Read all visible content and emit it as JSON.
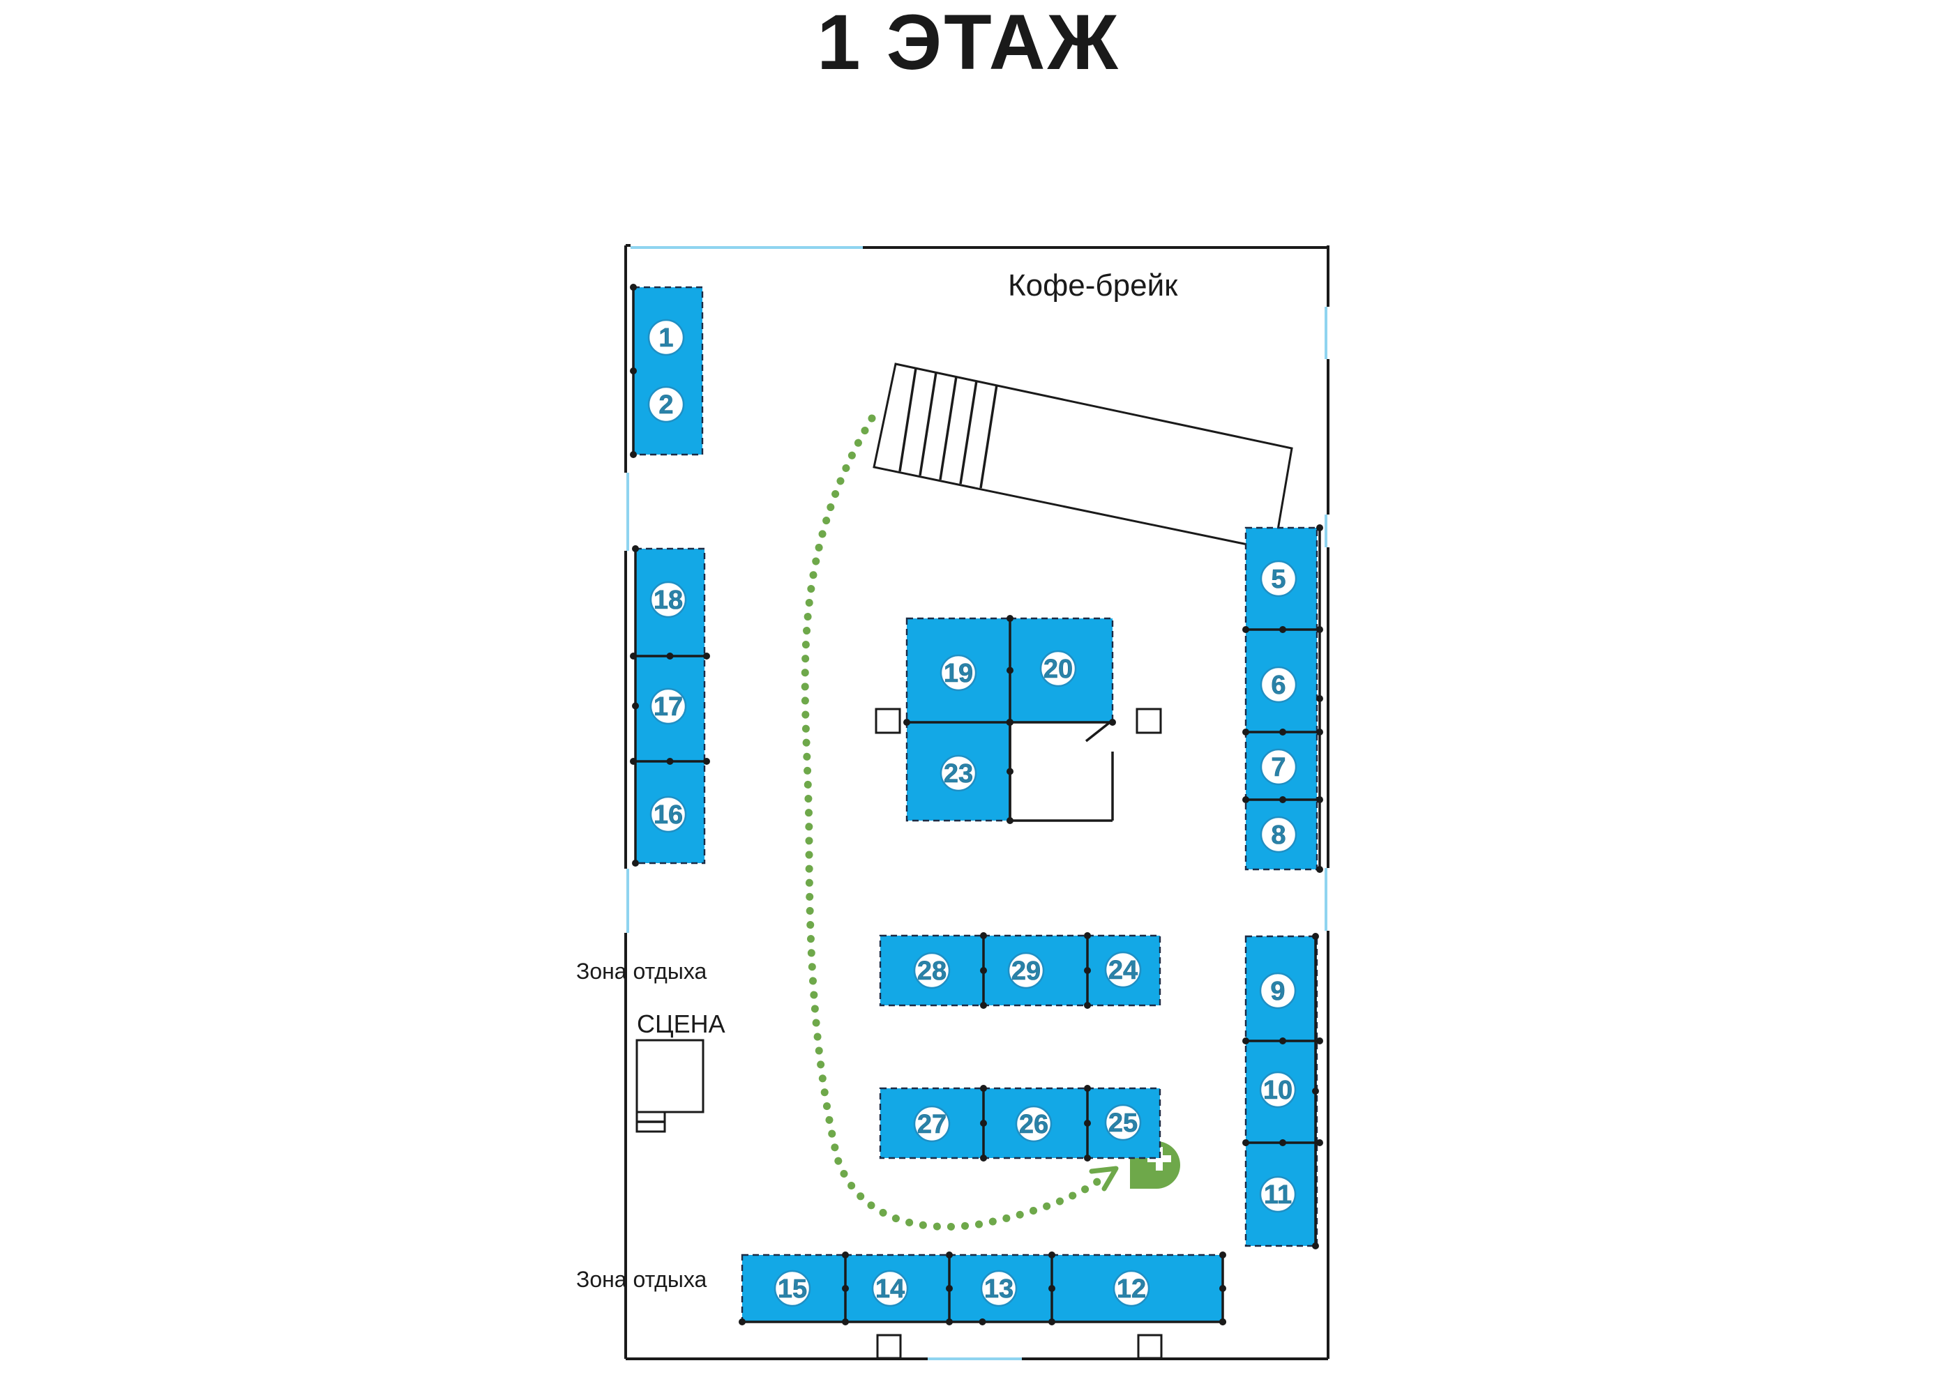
{
  "title": "1 ЭТАЖ",
  "labels": {
    "coffee_break": "Кофе-брейк",
    "rest_zone_middle": "Зона отдыха",
    "rest_zone_bottom": "Зона отдыха",
    "stage": "СЦЕНА"
  },
  "booths": [
    {
      "number": "1"
    },
    {
      "number": "2"
    },
    {
      "number": "5"
    },
    {
      "number": "6"
    },
    {
      "number": "7"
    },
    {
      "number": "8"
    },
    {
      "number": "9"
    },
    {
      "number": "10"
    },
    {
      "number": "11"
    },
    {
      "number": "12"
    },
    {
      "number": "13"
    },
    {
      "number": "14"
    },
    {
      "number": "15"
    },
    {
      "number": "16"
    },
    {
      "number": "17"
    },
    {
      "number": "18"
    },
    {
      "number": "19"
    },
    {
      "number": "20"
    },
    {
      "number": "23"
    },
    {
      "number": "24"
    },
    {
      "number": "25"
    },
    {
      "number": "26"
    },
    {
      "number": "27"
    },
    {
      "number": "28"
    },
    {
      "number": "29"
    }
  ],
  "colors": {
    "booth_fill": "#13a8e6",
    "booth_number": "#2a82a8",
    "route": "#6ea84a",
    "glass_wall": "#8fd4f0",
    "wall": "#1a1a1a"
  },
  "icons": {
    "route_marker": "dotted-route-arrow",
    "destination": "pharmacy-cross-icon"
  }
}
